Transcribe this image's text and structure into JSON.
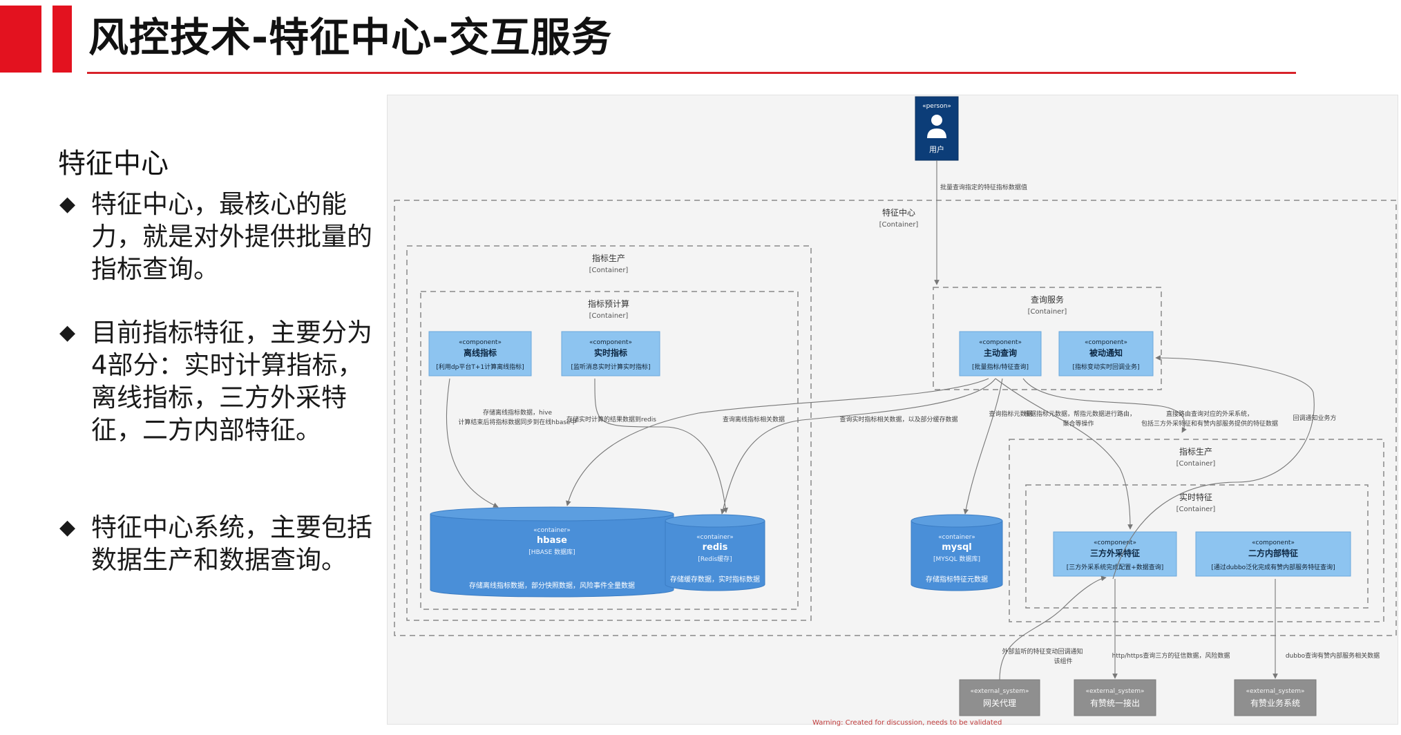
{
  "header": {
    "title": "风控技术-特征中心-交互服务"
  },
  "left": {
    "section_title": "特征中心",
    "bullets": [
      {
        "mark": "◆",
        "text": "特征中心，最核心的能力，就是对外提供批量的指标查询。"
      },
      {
        "mark": "◆",
        "text": "目前指标特征，主要分为4部分：实时计算指标，离线指标，三方外采特征，二方内部特征。"
      },
      {
        "mark": "◆",
        "text": "特征中心系统，主要包括数据生产和数据查询。"
      }
    ]
  },
  "colors": {
    "accent_red": "#e3121f",
    "component_fill": "#8dc4f0",
    "container_fill": "#4a8fd8",
    "person_fill": "#0c3d78",
    "external_fill": "#8f8f8f",
    "arrow": "#777777"
  },
  "diagram": {
    "person": {
      "stereo": "«person»",
      "label": "用户",
      "icon": "person-icon"
    },
    "boundaries": {
      "feature_center": {
        "title": "特征中心",
        "type": "[Container]"
      },
      "metric_production": {
        "title": "指标生产",
        "type": "[Container]"
      },
      "metric_precompute": {
        "title": "指标预计算",
        "type": "[Container]"
      },
      "query_service": {
        "title": "查询服务",
        "type": "[Container]"
      },
      "metric_production2": {
        "title": "指标生产",
        "type": "[Container]"
      },
      "realtime_feature": {
        "title": "实时特征",
        "type": "[Container]"
      }
    },
    "components": {
      "offline_metric": {
        "stereo": "«component»",
        "name": "离线指标",
        "desc": "[利用dp平台T+1计算离线指标]"
      },
      "realtime_metric": {
        "stereo": "«component»",
        "name": "实时指标",
        "desc": "[监听消息实时计算实时指标]"
      },
      "active_query": {
        "stereo": "«component»",
        "name": "主动查询",
        "desc": "[批量指标/特征查询]"
      },
      "passive_notify": {
        "stereo": "«component»",
        "name": "被动通知",
        "desc": "[指标变动实时回调业务]"
      },
      "third_party": {
        "stereo": "«component»",
        "name": "三方外采特征",
        "desc": "[三方外采系统完成配置+数据查询]"
      },
      "second_party": {
        "stereo": "«component»",
        "name": "二方内部特征",
        "desc": "[通过dubbo泛化完成有赞内部服务特征查询]"
      }
    },
    "databases": {
      "hbase": {
        "stereo": "«container»",
        "name": "hbase",
        "type": "[HBASE 数据库]",
        "desc": "存储离线指标数据，部分快照数据，风险事件全量数据"
      },
      "redis": {
        "stereo": "«container»",
        "name": "redis",
        "type": "[Redis缓存]",
        "desc": "存储缓存数据，实时指标数据"
      },
      "mysql": {
        "stereo": "«container»",
        "name": "mysql",
        "type": "[MYSQL 数据库]",
        "desc": "存储指标特征元数据"
      }
    },
    "externals": {
      "gateway": {
        "stereo": "«external_system»",
        "name": "网关代理"
      },
      "unified_access": {
        "stereo": "«external_system»",
        "name": "有赞统一接出"
      },
      "business": {
        "stereo": "«external_system»",
        "name": "有赞业务系统"
      }
    },
    "edges": {
      "user_query": "批量查询指定的特征指标数据值",
      "offline_to_hbase_1": "存储离线指标数据，hive",
      "offline_to_hbase_2": "计算结束后将指标数据同步到在线hbase中",
      "realtime_to_redis": "存储实时计算的结果数据到redis",
      "query_hbase": "查询离线指标相关数据",
      "query_redis": "查询实时指标相关数据，以及部分缓存数据",
      "query_mysql": "查询指标元数据",
      "route_1": "根据指标元数据，帮指元数据进行路由，",
      "route_2": "聚合等操作",
      "external_1": "直接路由查询对应的外采系统，",
      "external_2": "包括三方外采特征和有赞内部服务提供的特征数据",
      "callback": "回调通知业务方",
      "gateway_1": "外部监听的特征变动回调通知",
      "gateway_2": "该组件",
      "unified_http": "http/https查询三方的征信数据，风险数据",
      "business_dubbo": "dubbo查询有赞内部服务相关数据"
    },
    "warning": "Warning: Created for discussion, needs to be validated"
  }
}
